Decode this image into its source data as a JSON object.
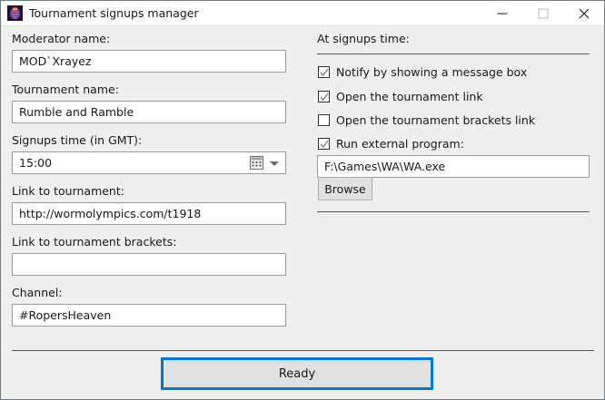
{
  "window": {
    "title": "Tournament signups manager",
    "icon": "worm-app-icon",
    "controls": {
      "minimize": "minimize-icon",
      "maximize": "maximize-icon",
      "close": "close-icon"
    }
  },
  "left_panel": {
    "fields": [
      {
        "label": "Moderator name:",
        "value": "MOD`Xrayez",
        "placeholder": ""
      },
      {
        "label": "Tournament name:",
        "value": "Rumble and Ramble",
        "placeholder": ""
      },
      {
        "label": "Signups time (in GMT):",
        "value": "15:00",
        "placeholder": ""
      },
      {
        "label": "Link to tournament:",
        "value": "http://wormolympics.com/t1918",
        "placeholder": ""
      },
      {
        "label": "Link to tournament brackets:",
        "value": "",
        "placeholder": ""
      },
      {
        "label": "Channel:",
        "value": "#RopersHeaven",
        "placeholder": ""
      }
    ],
    "time_icons": {
      "calendar": "calendar-icon",
      "dropdown": "chevron-down-icon"
    }
  },
  "right_panel": {
    "heading": "At signups time:",
    "checkboxes": [
      {
        "label": "Notify by showing a message box",
        "checked": true
      },
      {
        "label": "Open the tournament link",
        "checked": true
      },
      {
        "label": "Open the tournament brackets link",
        "checked": false
      },
      {
        "label": "Run external program:",
        "checked": true
      }
    ],
    "program_path": {
      "value": "F:\\Games\\WA\\WA.exe",
      "placeholder": ""
    },
    "browse_label": "Browse"
  },
  "footer": {
    "ready_label": "Ready"
  },
  "colors": {
    "window_bg": "#efefef",
    "titlebar_bg": "#ffffff",
    "field_bg": "#ffffff",
    "field_border": "#9a9a9a",
    "text": "#16191c",
    "separator": "#5c5c5c",
    "focus_accent": "#0078d7",
    "button_bg": "#e1e1e1"
  }
}
